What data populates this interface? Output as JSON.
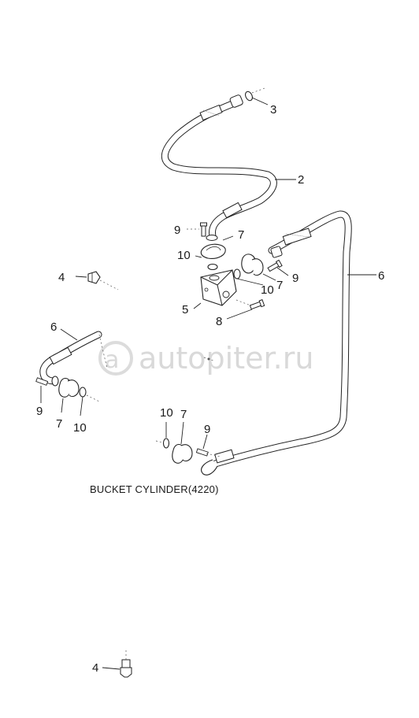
{
  "watermark": {
    "text": "autopiter.ru"
  },
  "caption": "BUCKET CYLINDER(4220)",
  "callouts": [
    {
      "id": "c3",
      "text": "3"
    },
    {
      "id": "c2",
      "text": "2"
    },
    {
      "id": "c9a",
      "text": "9"
    },
    {
      "id": "c7a",
      "text": "7"
    },
    {
      "id": "c10a",
      "text": "10"
    },
    {
      "id": "c6a",
      "text": "6"
    },
    {
      "id": "c4a",
      "text": "4"
    },
    {
      "id": "c9b",
      "text": "9"
    },
    {
      "id": "c7b",
      "text": "7"
    },
    {
      "id": "c10b",
      "text": "10"
    },
    {
      "id": "c5",
      "text": "5"
    },
    {
      "id": "c8",
      "text": "8"
    },
    {
      "id": "c6b",
      "text": "6"
    },
    {
      "id": "c9c",
      "text": "9"
    },
    {
      "id": "c7c",
      "text": "7"
    },
    {
      "id": "c10c",
      "text": "10"
    },
    {
      "id": "c10d",
      "text": "10"
    },
    {
      "id": "c7d",
      "text": "7"
    },
    {
      "id": "c9d",
      "text": "9"
    },
    {
      "id": "c4b",
      "text": "4"
    }
  ]
}
